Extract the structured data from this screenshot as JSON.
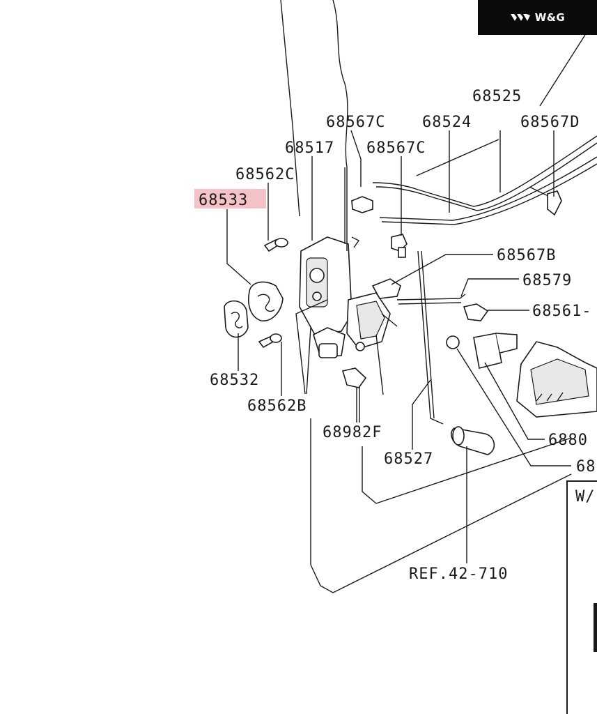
{
  "brand": {
    "name": "W&G",
    "icon": "chevron-triple-logo-icon"
  },
  "highlight_color": "#f5c2c7",
  "callouts": [
    {
      "id": "68525",
      "text": "68525"
    },
    {
      "id": "68567C-a",
      "text": "68567C"
    },
    {
      "id": "68524",
      "text": "68524"
    },
    {
      "id": "68567D",
      "text": "68567D"
    },
    {
      "id": "68517",
      "text": "68517"
    },
    {
      "id": "68567C-b",
      "text": "68567C"
    },
    {
      "id": "68562C",
      "text": "68562C"
    },
    {
      "id": "68533",
      "text": "68533",
      "highlighted": true
    },
    {
      "id": "68567B",
      "text": "68567B"
    },
    {
      "id": "68579",
      "text": "68579"
    },
    {
      "id": "68561",
      "text": "68561-"
    },
    {
      "id": "68532",
      "text": "68532"
    },
    {
      "id": "68562B",
      "text": "68562B"
    },
    {
      "id": "68982F",
      "text": "68982F"
    },
    {
      "id": "68527",
      "text": "68527"
    },
    {
      "id": "68807",
      "text": "6880"
    },
    {
      "id": "68-cut",
      "text": "68"
    },
    {
      "id": "ref",
      "text": "REF.42-710"
    },
    {
      "id": "w",
      "text": "W/"
    }
  ]
}
